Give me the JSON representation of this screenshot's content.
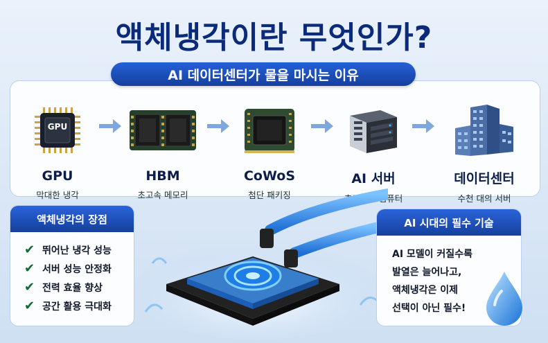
{
  "title": "액체냉각이란 무엇인가?",
  "subtitle": "AI 데이터센터가 물을 마시는 이유",
  "flow": [
    {
      "name": "GPU",
      "desc": "막대한 냉각",
      "icon": "gpu-chip-icon",
      "chip_label": "GPU"
    },
    {
      "name": "HBM",
      "desc": "초고속 메모리",
      "icon": "hbm-memory-icon"
    },
    {
      "name": "CoWoS",
      "desc": "첨단 패키징",
      "icon": "cowos-package-icon"
    },
    {
      "name": "AI 서버",
      "desc": "초고성능 컴퓨터",
      "icon": "ai-server-icon"
    },
    {
      "name": "데이터센터",
      "desc": "수천 대의 서버",
      "icon": "datacenter-building-icon"
    }
  ],
  "advantages": {
    "title": "액체냉각의 장점",
    "items": [
      "뛰어난 냉각 성능",
      "서버 성능 안정화",
      "전력 효율 향상",
      "공간 활용 극대화"
    ]
  },
  "era": {
    "title": "AI 시대의 필수 기술",
    "lines": [
      "AI 모델이 커질수록",
      "발열은 늘어나고,",
      "액체냉각은 이제",
      "선택이 아닌 필수!"
    ]
  },
  "colors": {
    "title": "#0b2a7a",
    "accent": "#1e56c8",
    "check": "#0f6b2f"
  }
}
